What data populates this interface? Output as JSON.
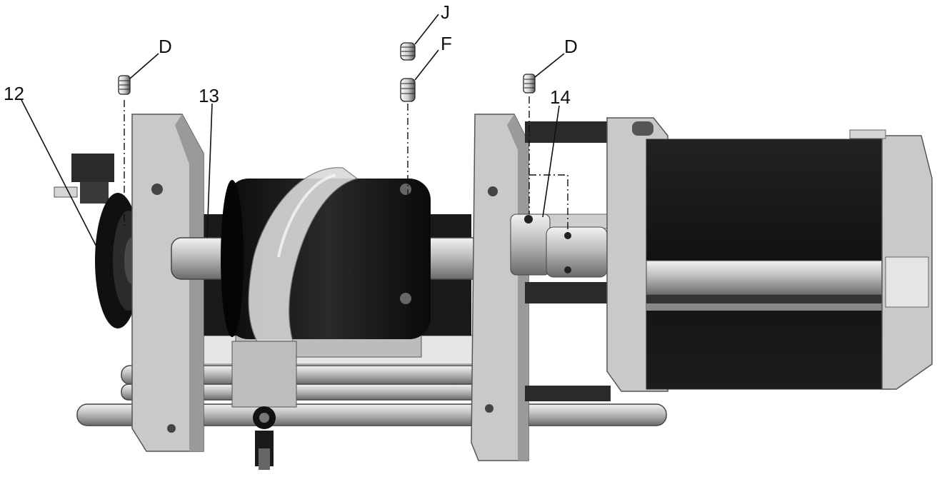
{
  "figure": {
    "callouts": {
      "12": "12",
      "13": "13",
      "14": "14",
      "d_left": "D",
      "d_right": "D",
      "f": "F",
      "j": "J"
    },
    "colors": {
      "casting": "#c9c9c9",
      "casting_shadow": "#8f8f8f",
      "motor_body": "#161616",
      "steel": "#d8d8d8",
      "line": "#111111"
    }
  }
}
